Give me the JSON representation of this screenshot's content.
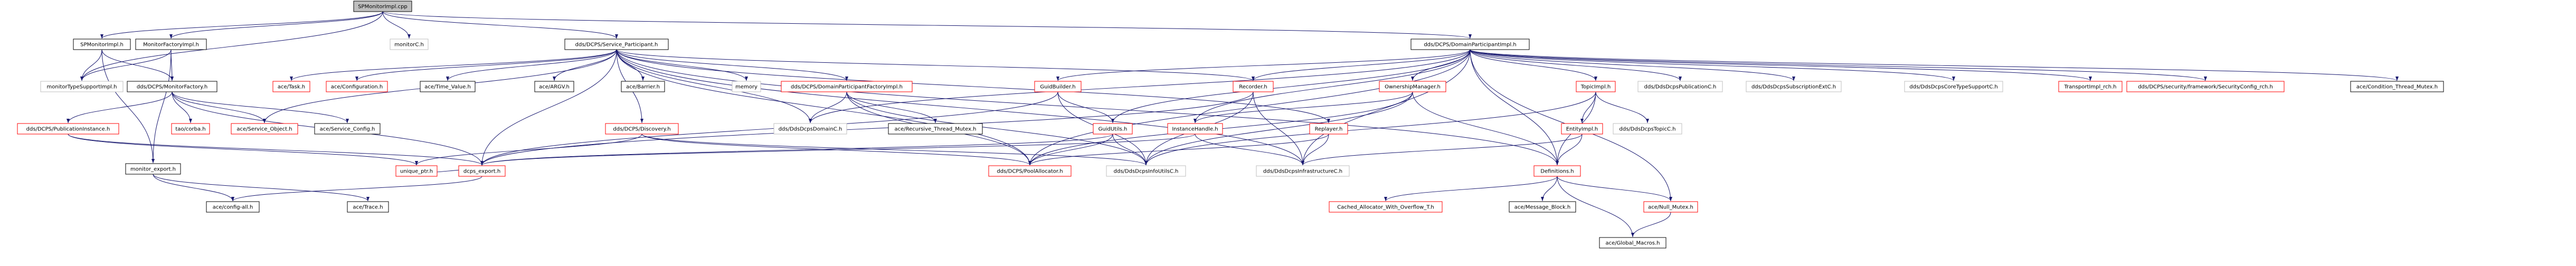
{
  "nodes": [
    {
      "id": "SPMonitorImpl.cpp",
      "kind": "root",
      "label": "SPMonitorImpl.cpp"
    },
    {
      "id": "SPMonitorImpl.h",
      "kind": "normal",
      "label": "SPMonitorImpl.h"
    },
    {
      "id": "MonitorFactoryImpl.h",
      "kind": "normal",
      "label": "MonitorFactoryImpl.h"
    },
    {
      "id": "monitorC.h",
      "kind": "nodoc",
      "label": "monitorC.h"
    },
    {
      "id": "dds/DCPS/Service_Participant.h",
      "kind": "normal",
      "label": "dds/DCPS/Service_Participant.h"
    },
    {
      "id": "dds/DCPS/DomainParticipantImpl.h",
      "kind": "normal",
      "label": "dds/DCPS/DomainParticipantImpl.h"
    },
    {
      "id": "monitorTypeSupportImpl.h",
      "kind": "nodoc",
      "label": "monitorTypeSupportImpl.h"
    },
    {
      "id": "dds/DCPS/MonitorFactory.h",
      "kind": "normal",
      "label": "dds/DCPS/MonitorFactory.h"
    },
    {
      "id": "ace/Task.h",
      "kind": "red",
      "label": "ace/Task.h"
    },
    {
      "id": "ace/Configuration.h",
      "kind": "red",
      "label": "ace/Configuration.h"
    },
    {
      "id": "ace/Time_Value.h",
      "kind": "normal",
      "label": "ace/Time_Value.h"
    },
    {
      "id": "ace/ARGV.h",
      "kind": "normal",
      "label": "ace/ARGV.h"
    },
    {
      "id": "ace/Barrier.h",
      "kind": "normal",
      "label": "ace/Barrier.h"
    },
    {
      "id": "memory",
      "kind": "nodoc",
      "label": "memory"
    },
    {
      "id": "dds/DCPS/DomainParticipantFactoryImpl.h",
      "kind": "red",
      "label": "dds/DCPS/DomainParticipantFactoryImpl.h"
    },
    {
      "id": "GuidBuilder.h",
      "kind": "red",
      "label": "GuidBuilder.h"
    },
    {
      "id": "Recorder.h",
      "kind": "red",
      "label": "Recorder.h"
    },
    {
      "id": "OwnershipManager.h",
      "kind": "red",
      "label": "OwnershipManager.h"
    },
    {
      "id": "TopicImpl.h",
      "kind": "red",
      "label": "TopicImpl.h"
    },
    {
      "id": "dds/DdsDcpsPublicationC.h",
      "kind": "nodoc",
      "label": "dds/DdsDcpsPublicationC.h"
    },
    {
      "id": "dds/DdsDcpsSubscriptionExtC.h",
      "kind": "nodoc",
      "label": "dds/DdsDcpsSubscriptionExtC.h"
    },
    {
      "id": "dds/DdsDcpsCoreTypeSupportC.h",
      "kind": "nodoc",
      "label": "dds/DdsDcpsCoreTypeSupportC.h"
    },
    {
      "id": "TransportImpl_rch.h",
      "kind": "red",
      "label": "TransportImpl_rch.h"
    },
    {
      "id": "dds/DCPS/security/framework/SecurityConfig_rch.h",
      "kind": "red",
      "label": "dds/DCPS/security/framework/SecurityConfig_rch.h"
    },
    {
      "id": "ace/Condition_Thread_Mutex.h",
      "kind": "normal",
      "label": "ace/Condition_Thread_Mutex.h"
    },
    {
      "id": "dds/DCPS/PublicationInstance.h",
      "kind": "red",
      "label": "dds/DCPS/PublicationInstance.h"
    },
    {
      "id": "tao/corba.h",
      "kind": "red",
      "label": "tao/corba.h"
    },
    {
      "id": "ace/Service_Object.h",
      "kind": "red",
      "label": "ace/Service_Object.h"
    },
    {
      "id": "ace/Service_Config.h",
      "kind": "normal",
      "label": "ace/Service_Config.h"
    },
    {
      "id": "dds/DCPS/Discovery.h",
      "kind": "red",
      "label": "dds/DCPS/Discovery.h"
    },
    {
      "id": "dds/DdsDcpsDomainC.h",
      "kind": "nodoc",
      "label": "dds/DdsDcpsDomainC.h"
    },
    {
      "id": "ace/Recursive_Thread_Mutex.h",
      "kind": "normal",
      "label": "ace/Recursive_Thread_Mutex.h"
    },
    {
      "id": "GuidUtils.h",
      "kind": "red",
      "label": "GuidUtils.h"
    },
    {
      "id": "InstanceHandle.h",
      "kind": "red",
      "label": "InstanceHandle.h"
    },
    {
      "id": "Replayer.h",
      "kind": "red",
      "label": "Replayer.h"
    },
    {
      "id": "EntityImpl.h",
      "kind": "red",
      "label": "EntityImpl.h"
    },
    {
      "id": "dds/DdsDcpsTopicC.h",
      "kind": "nodoc",
      "label": "dds/DdsDcpsTopicC.h"
    },
    {
      "id": "monitor_export.h",
      "kind": "normal",
      "label": "monitor_export.h"
    },
    {
      "id": "unique_ptr.h",
      "kind": "red",
      "label": "unique_ptr.h"
    },
    {
      "id": "dcps_export.h",
      "kind": "red",
      "label": "dcps_export.h"
    },
    {
      "id": "dds/DCPS/PoolAllocator.h",
      "kind": "red",
      "label": "dds/DCPS/PoolAllocator.h"
    },
    {
      "id": "dds/DdsDcpsInfoUtilsC.h",
      "kind": "nodoc",
      "label": "dds/DdsDcpsInfoUtilsC.h"
    },
    {
      "id": "dds/DdsDcpsInfrastructureC.h",
      "kind": "nodoc",
      "label": "dds/DdsDcpsInfrastructureC.h"
    },
    {
      "id": "Definitions.h",
      "kind": "red",
      "label": "Definitions.h"
    },
    {
      "id": "ace/config-all.h",
      "kind": "normal",
      "label": "ace/config-all.h"
    },
    {
      "id": "ace/Trace.h",
      "kind": "normal",
      "label": "ace/Trace.h"
    },
    {
      "id": "Cached_Allocator_With_Overflow_T.h",
      "kind": "red",
      "label": "Cached_Allocator_With_Overflow_T.h"
    },
    {
      "id": "ace/Message_Block.h",
      "kind": "normal",
      "label": "ace/Message_Block.h"
    },
    {
      "id": "ace/Null_Mutex.h",
      "kind": "red",
      "label": "ace/Null_Mutex.h"
    },
    {
      "id": "ace/Global_Macros.h",
      "kind": "normal",
      "label": "ace/Global_Macros.h"
    }
  ],
  "edges": [
    [
      "SPMonitorImpl.cpp",
      "SPMonitorImpl.h"
    ],
    [
      "SPMonitorImpl.cpp",
      "MonitorFactoryImpl.h"
    ],
    [
      "SPMonitorImpl.cpp",
      "monitorC.h"
    ],
    [
      "SPMonitorImpl.cpp",
      "dds/DCPS/Service_Participant.h"
    ],
    [
      "SPMonitorImpl.cpp",
      "dds/DCPS/DomainParticipantImpl.h"
    ],
    [
      "SPMonitorImpl.cpp",
      "monitorTypeSupportImpl.h"
    ],
    [
      "SPMonitorImpl.h",
      "monitorTypeSupportImpl.h"
    ],
    [
      "SPMonitorImpl.h",
      "dds/DCPS/MonitorFactory.h"
    ],
    [
      "SPMonitorImpl.h",
      "monitor_export.h"
    ],
    [
      "MonitorFactoryImpl.h",
      "monitorTypeSupportImpl.h"
    ],
    [
      "MonitorFactoryImpl.h",
      "dds/DCPS/MonitorFactory.h"
    ],
    [
      "MonitorFactoryImpl.h",
      "monitor_export.h"
    ],
    [
      "dds/DCPS/MonitorFactory.h",
      "dds/DCPS/PublicationInstance.h"
    ],
    [
      "dds/DCPS/MonitorFactory.h",
      "tao/corba.h"
    ],
    [
      "dds/DCPS/MonitorFactory.h",
      "ace/Service_Object.h"
    ],
    [
      "dds/DCPS/MonitorFactory.h",
      "ace/Service_Config.h"
    ],
    [
      "dds/DCPS/MonitorFactory.h",
      "dcps_export.h"
    ],
    [
      "dds/DCPS/PublicationInstance.h",
      "unique_ptr.h"
    ],
    [
      "dds/DCPS/PublicationInstance.h",
      "dcps_export.h"
    ],
    [
      "dds/DCPS/Service_Participant.h",
      "ace/Task.h"
    ],
    [
      "dds/DCPS/Service_Participant.h",
      "ace/Configuration.h"
    ],
    [
      "dds/DCPS/Service_Participant.h",
      "ace/Time_Value.h"
    ],
    [
      "dds/DCPS/Service_Participant.h",
      "ace/ARGV.h"
    ],
    [
      "dds/DCPS/Service_Participant.h",
      "ace/Barrier.h"
    ],
    [
      "dds/DCPS/Service_Participant.h",
      "memory"
    ],
    [
      "dds/DCPS/Service_Participant.h",
      "dds/DCPS/DomainParticipantFactoryImpl.h"
    ],
    [
      "dds/DCPS/Service_Participant.h",
      "dds/DCPS/Discovery.h"
    ],
    [
      "dds/DCPS/Service_Participant.h",
      "dds/DdsDcpsDomainC.h"
    ],
    [
      "dds/DCPS/Service_Participant.h",
      "Recorder.h"
    ],
    [
      "dds/DCPS/Service_Participant.h",
      "Replayer.h"
    ],
    [
      "dds/DCPS/Service_Participant.h",
      "dds/DCPS/PoolAllocator.h"
    ],
    [
      "dds/DCPS/Service_Participant.h",
      "ace/Service_Object.h"
    ],
    [
      "dds/DCPS/Service_Participant.h",
      "dcps_export.h"
    ],
    [
      "dds/DCPS/Service_Participant.h",
      "Definitions.h"
    ],
    [
      "dds/DCPS/Service_Participant.h",
      "dds/DdsDcpsInfrastructureC.h"
    ],
    [
      "dds/DCPS/DomainParticipantFactoryImpl.h",
      "dds/DdsDcpsDomainC.h"
    ],
    [
      "dds/DCPS/DomainParticipantFactoryImpl.h",
      "ace/Recursive_Thread_Mutex.h"
    ],
    [
      "dds/DCPS/DomainParticipantFactoryImpl.h",
      "dds/DCPS/PoolAllocator.h"
    ],
    [
      "dds/DCPS/DomainParticipantFactoryImpl.h",
      "dds/DdsDcpsInfoUtilsC.h"
    ],
    [
      "dds/DCPS/Discovery.h",
      "unique_ptr.h"
    ],
    [
      "dds/DCPS/Discovery.h",
      "dds/DCPS/PoolAllocator.h"
    ],
    [
      "dds/DCPS/Discovery.h",
      "dds/DdsDcpsInfoUtilsC.h"
    ],
    [
      "dds/DCPS/DomainParticipantImpl.h",
      "GuidBuilder.h"
    ],
    [
      "dds/DCPS/DomainParticipantImpl.h",
      "Recorder.h"
    ],
    [
      "dds/DCPS/DomainParticipantImpl.h",
      "OwnershipManager.h"
    ],
    [
      "dds/DCPS/DomainParticipantImpl.h",
      "TopicImpl.h"
    ],
    [
      "dds/DCPS/DomainParticipantImpl.h",
      "dds/DdsDcpsPublicationC.h"
    ],
    [
      "dds/DCPS/DomainParticipantImpl.h",
      "dds/DdsDcpsSubscriptionExtC.h"
    ],
    [
      "dds/DCPS/DomainParticipantImpl.h",
      "dds/DdsDcpsCoreTypeSupportC.h"
    ],
    [
      "dds/DCPS/DomainParticipantImpl.h",
      "TransportImpl_rch.h"
    ],
    [
      "dds/DCPS/DomainParticipantImpl.h",
      "dds/DCPS/security/framework/SecurityConfig_rch.h"
    ],
    [
      "dds/DCPS/DomainParticipantImpl.h",
      "ace/Condition_Thread_Mutex.h"
    ],
    [
      "dds/DCPS/DomainParticipantImpl.h",
      "dds/DdsDcpsDomainC.h"
    ],
    [
      "dds/DCPS/DomainParticipantImpl.h",
      "ace/Null_Mutex.h"
    ],
    [
      "dds/DCPS/DomainParticipantImpl.h",
      "Definitions.h"
    ],
    [
      "dds/DCPS/DomainParticipantImpl.h",
      "InstanceHandle.h"
    ],
    [
      "dds/DCPS/DomainParticipantImpl.h",
      "GuidUtils.h"
    ],
    [
      "dds/DCPS/DomainParticipantImpl.h",
      "dds/DdsDcpsInfrastructureC.h"
    ],
    [
      "dds/DCPS/DomainParticipantImpl.h",
      "dds/DCPS/PoolAllocator.h"
    ],
    [
      "GuidBuilder.h",
      "GuidUtils.h"
    ],
    [
      "GuidBuilder.h",
      "dcps_export.h"
    ],
    [
      "GuidBuilder.h",
      "dds/DdsDcpsInfoUtilsC.h"
    ],
    [
      "Recorder.h",
      "dds/DdsDcpsInfrastructureC.h"
    ],
    [
      "Recorder.h",
      "dds/DdsDcpsInfoUtilsC.h"
    ],
    [
      "Recorder.h",
      "dcps_export.h"
    ],
    [
      "OwnershipManager.h",
      "InstanceHandle.h"
    ],
    [
      "OwnershipManager.h",
      "dds/DCPS/PoolAllocator.h"
    ],
    [
      "OwnershipManager.h",
      "Definitions.h"
    ],
    [
      "OwnershipManager.h",
      "dds/DdsDcpsInfoUtilsC.h"
    ],
    [
      "TopicImpl.h",
      "EntityImpl.h"
    ],
    [
      "TopicImpl.h",
      "dds/DdsDcpsTopicC.h"
    ],
    [
      "TopicImpl.h",
      "Definitions.h"
    ],
    [
      "TopicImpl.h",
      "dds/DdsDcpsInfoUtilsC.h"
    ],
    [
      "EntityImpl.h",
      "Definitions.h"
    ],
    [
      "EntityImpl.h",
      "dds/DdsDcpsInfrastructureC.h"
    ],
    [
      "GuidUtils.h",
      "dds/DCPS/PoolAllocator.h"
    ],
    [
      "GuidUtils.h",
      "dds/DdsDcpsInfoUtilsC.h"
    ],
    [
      "GuidUtils.h",
      "dcps_export.h"
    ],
    [
      "InstanceHandle.h",
      "dds/DdsDcpsInfrastructureC.h"
    ],
    [
      "InstanceHandle.h",
      "dcps_export.h"
    ],
    [
      "Replayer.h",
      "dds/DdsDcpsInfrastructureC.h"
    ],
    [
      "Replayer.h",
      "dds/DCPS/PoolAllocator.h"
    ],
    [
      "monitor_export.h",
      "ace/config-all.h"
    ],
    [
      "dcps_export.h",
      "ace/config-all.h"
    ],
    [
      "unique_ptr.h",
      "dcps_export.h"
    ],
    [
      "Definitions.h",
      "Cached_Allocator_With_Overflow_T.h"
    ],
    [
      "Definitions.h",
      "ace/Message_Block.h"
    ],
    [
      "Definitions.h",
      "ace/Null_Mutex.h"
    ],
    [
      "Definitions.h",
      "ace/Global_Macros.h"
    ],
    [
      "ace/Null_Mutex.h",
      "ace/Global_Macros.h"
    ],
    [
      "monitor_export.h",
      "ace/Trace.h"
    ]
  ],
  "colors": {
    "root_fill": "#bfbfbf",
    "node_border": "#000000",
    "red_border": "#ff0000",
    "nodoc_border": "#bfbfbf",
    "edge": "#191970",
    "background": "#ffffff"
  }
}
